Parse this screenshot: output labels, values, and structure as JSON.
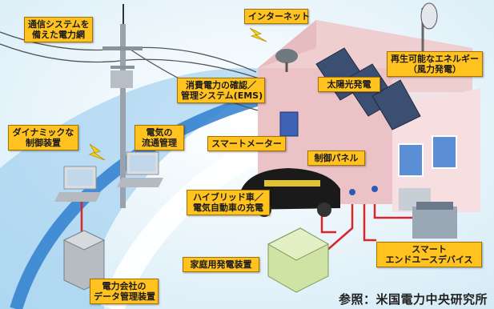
{
  "labels": {
    "grid": "通信システムを\n備えた電力網",
    "internet": "インターネット",
    "renewable": "再生可能なエネルギー\n（風力発電）",
    "ems": "消費電力の確認／\n管理システム(EMS)",
    "solar": "太陽光発電",
    "dynamic": "ダイナミックな\n制御装置",
    "distribution": "電気の\n流通管理",
    "smart_meter": "スマートメーター",
    "control_panel": "制御パネル",
    "vehicle": "ハイブリッド車／\n電気自動車の充電",
    "generator": "家庭用発電装置",
    "smart_device": "スマート\nエンドユースデバイス",
    "utility": "電力会社の\nデータ管理装置"
  },
  "source": "参照：米国電力中央研究所",
  "colors": {
    "label_bg": "#ffc21f",
    "arc": "#2f7fcf",
    "wire": "#d8262a"
  }
}
